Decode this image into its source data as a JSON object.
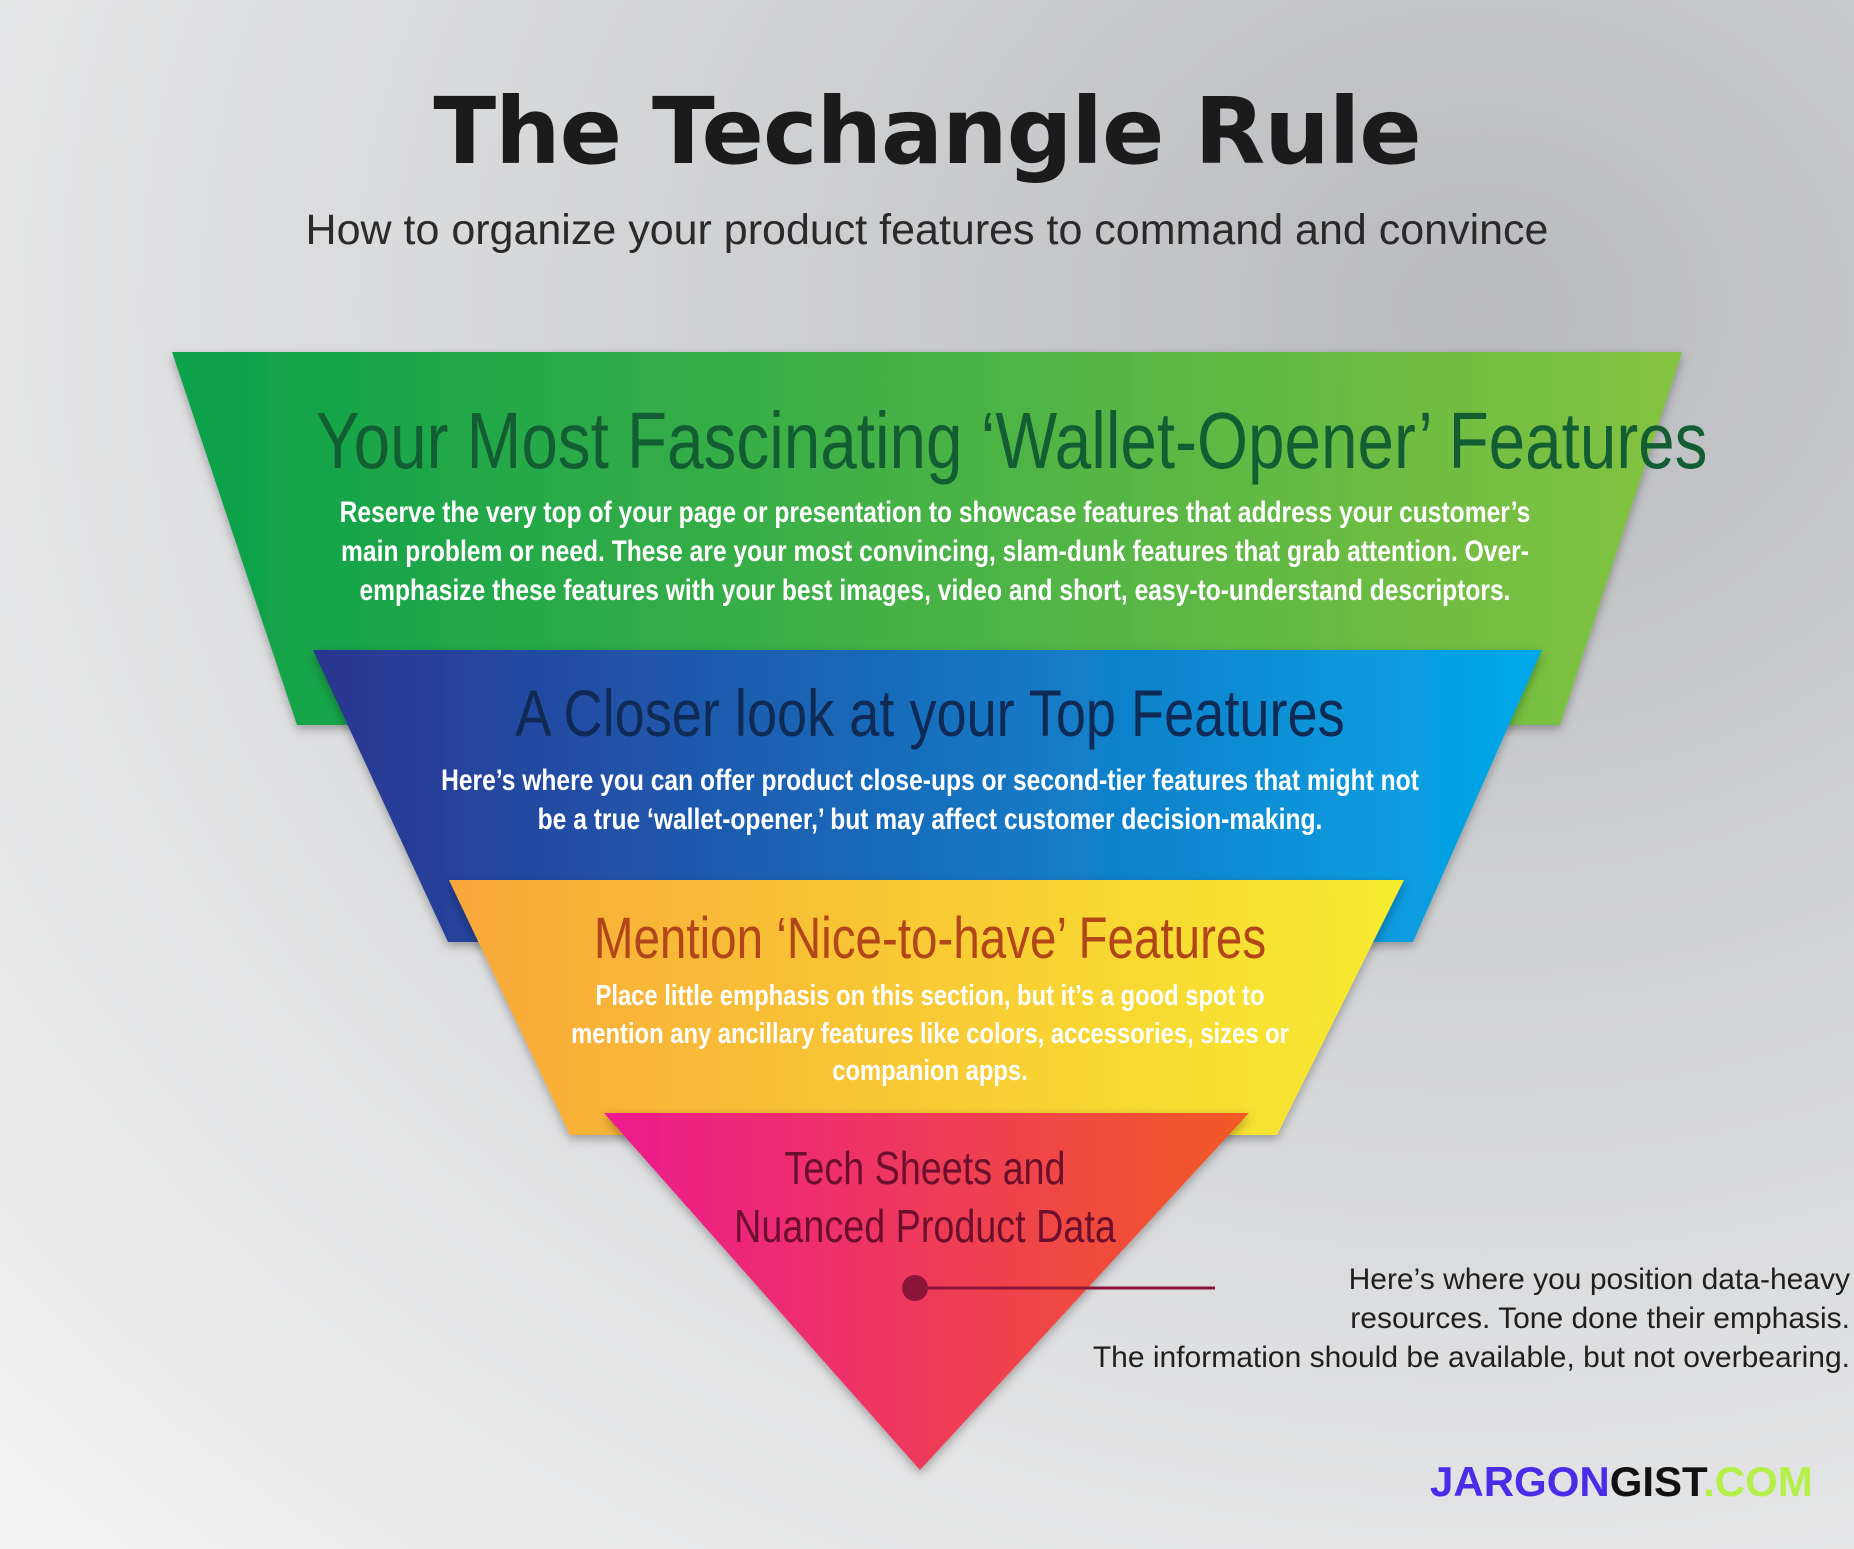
{
  "title": "The Techangle Rule",
  "subtitle": "How to organize your product features to command and convince",
  "tiers": [
    {
      "heading": "Your Most Fascinating ‘Wallet-Opener’ Features",
      "body": "Reserve the very top of your page or presentation to showcase features that address your customer’s main problem or need. These are your most convincing, slam-dunk features that grab attention. Over-emphasize these features with your best images, video and short, easy-to-understand descriptors.",
      "colors": [
        "#0aa14a",
        "#84c341"
      ]
    },
    {
      "heading": "A Closer look at your Top Features",
      "body": "Here’s where you can offer product close-ups or second-tier features that might not be a true ‘wallet-opener,’ but may affect customer decision-making.",
      "colors": [
        "#2b3591",
        "#03a9e9"
      ]
    },
    {
      "heading": "Mention ‘Nice-to-have’ Features",
      "body": "Place little emphasis on this section, but it’s a good spot to mention any ancillary features like colors, accessories, sizes or companion apps.",
      "colors": [
        "#f9a83a",
        "#f7ec2f"
      ]
    },
    {
      "heading": "Tech Sheets and Nuanced Product Data",
      "colors": [
        "#ec1a8f",
        "#f15a24"
      ]
    }
  ],
  "callout": {
    "lines": [
      "Here’s where you position data-heavy",
      "resources. Tone done their emphasis.",
      "The information should be available, but not overbearing."
    ],
    "color": "#8a1538"
  },
  "logo": {
    "part1": "JARGON",
    "part2": "GIST",
    "part3": ".COM"
  }
}
